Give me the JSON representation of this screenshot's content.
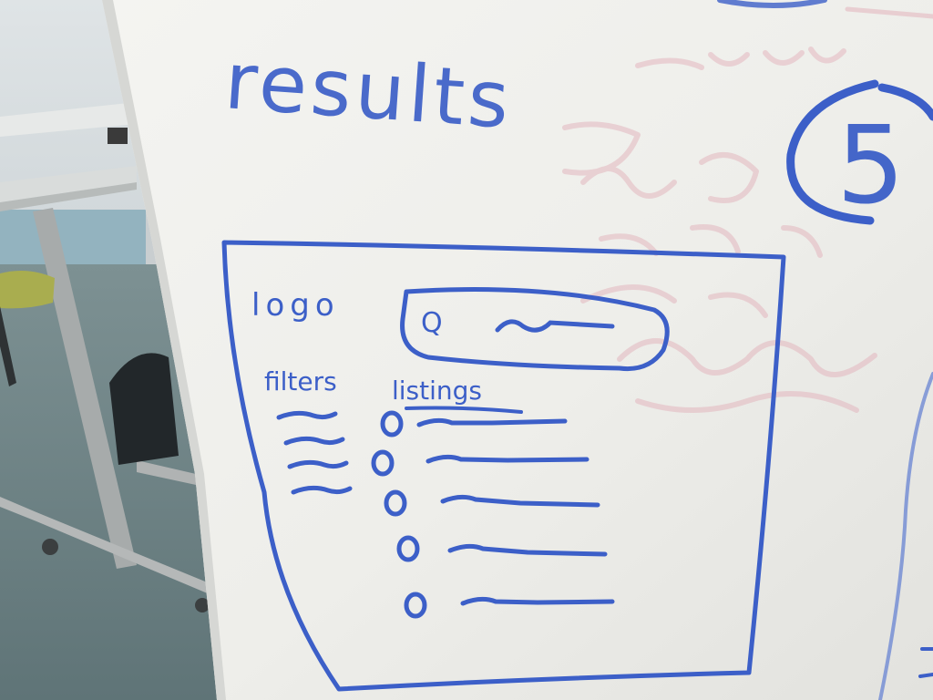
{
  "whiteboard": {
    "heading": "results",
    "corner_number": "5",
    "wireframe": {
      "logo_label": "logo",
      "search_icon_glyph": "Q",
      "filters_label": "filters",
      "listings_label": "listings",
      "filter_line_count": 4,
      "listing_item_count": 5
    }
  },
  "colors": {
    "marker_blue": "#3c5fc8",
    "faint_red_marker": "#e3b7bf",
    "whiteboard": "#f1f1ed",
    "carpet": "#6f8588",
    "table_top": "#dfe2e1",
    "table_leg": "#a3a6a6"
  }
}
